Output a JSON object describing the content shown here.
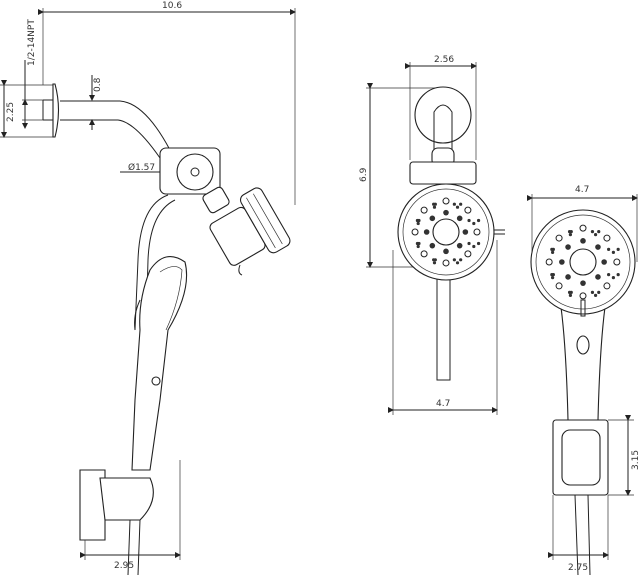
{
  "dimensions": {
    "overall_width": "10.6",
    "thread": "1/2-14NPT",
    "flange_height": "2.25",
    "arm_diameter": "0.8",
    "ball_joint": "Ø1.57",
    "holder_width_side": "2.95",
    "mount_width": "2.56",
    "front_height": "6.9",
    "front_head_width": "4.7",
    "hand_head_width": "4.7",
    "holder_height": "3.15",
    "holder_width": "2.75"
  },
  "colors": {
    "line": "#222222",
    "background": "#ffffff"
  }
}
